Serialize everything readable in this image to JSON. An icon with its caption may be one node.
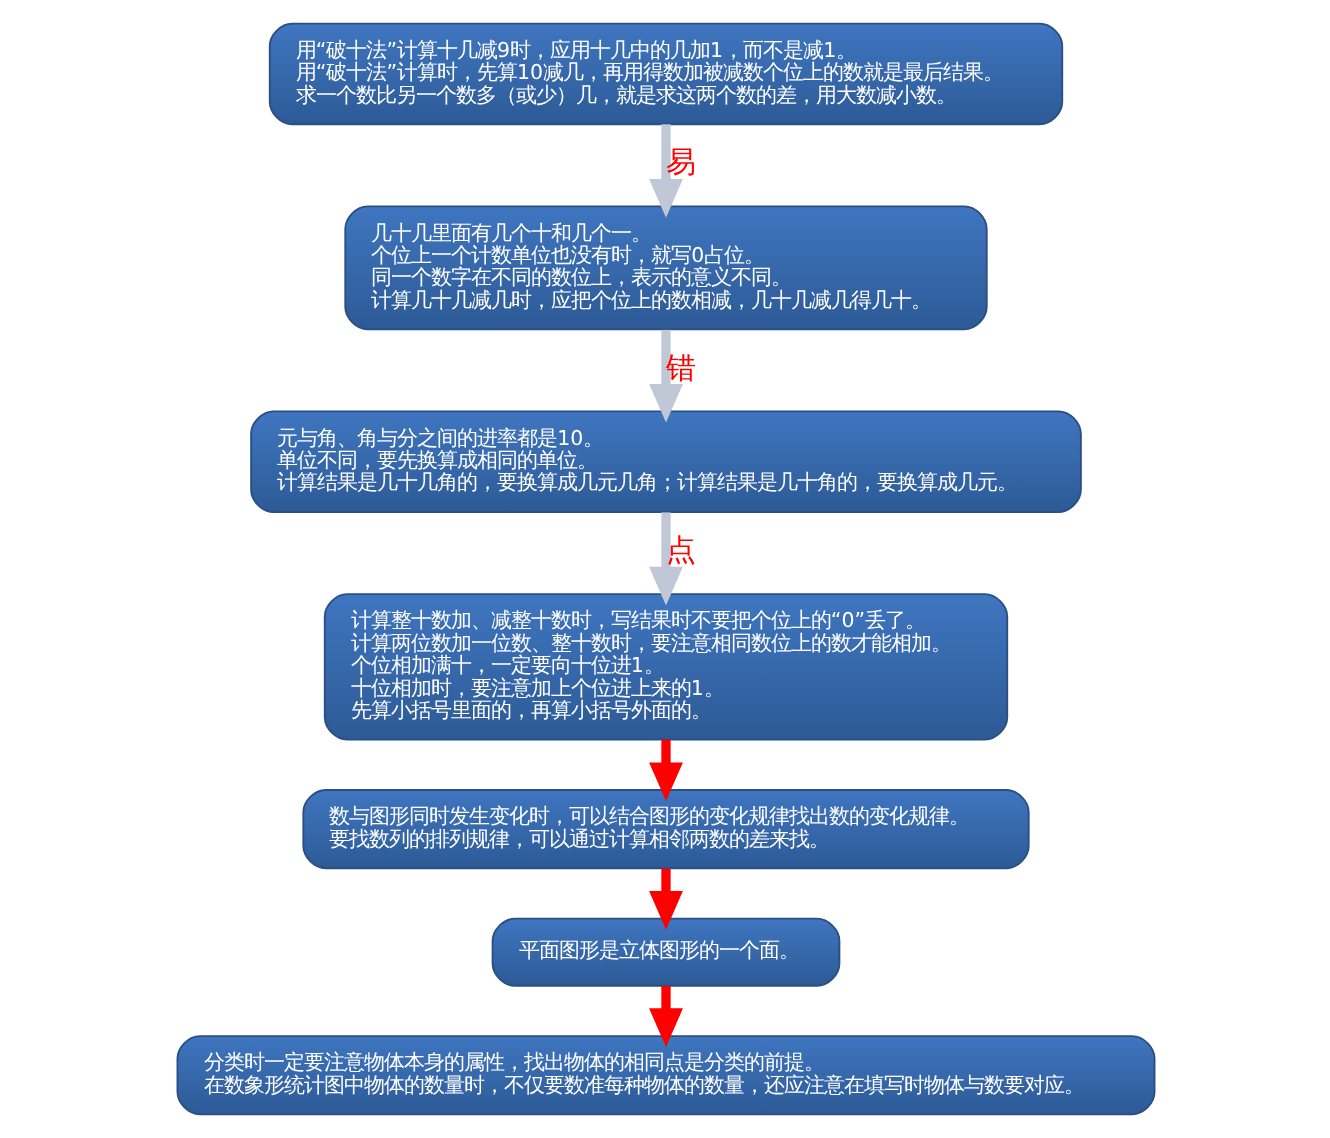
{
  "diagram": {
    "nodes": [
      {
        "text": [
          "用“破十法”计算十几减9时，应用十几中的几加1，而不是减1。",
          "用“破十法”计算时，先算10减几，再用得数加被减数个位上的数就是最后结果。",
          "求一个数比另一个数多（或少）几，就是求这两个数的差，用大数减小数。"
        ]
      },
      {
        "text": [
          "几十几里面有几个十和几个一。",
          "个位上一个计数单位也没有时，就写0占位。",
          "同一个数字在不同的数位上，表示的意义不同。",
          "计算几十几减几时，应把个位上的数相减，几十几减几得几十。"
        ]
      },
      {
        "text": [
          "元与角、角与分之间的进率都是10。",
          "单位不同，要先换算成相同的单位。",
          "计算结果是几十几角的，要换算成几元几角；计算结果是几十角的，要换算成几元。"
        ]
      },
      {
        "text": [
          "计算整十数加、减整十数时，写结果时不要把个位上的“0”丢了。",
          "计算两位数加一位数、整十数时，要注意相同数位上的数才能相加。",
          "个位相加满十，一定要向十位进1。",
          "十位相加时，要注意加上个位进上来的1。",
          "先算小括号里面的，再算小括号外面的。"
        ]
      },
      {
        "text": [
          "数与图形同时发生变化时，可以结合图形的变化规律找出数的变化规律。",
          "要找数列的排列规律，可以通过计算相邻两数的差来找。"
        ]
      },
      {
        "text": [
          "平面图形是立体图形的一个面。"
        ]
      },
      {
        "text": [
          "分类时一定要注意物体本身的属性，找出物体的相同点是分类的前提。",
          "在数象形统计图中物体的数量时，不仅要数准每种物体的数量，还应注意在填写时物体与数要对应。"
        ]
      }
    ],
    "edges": [
      {
        "from": 0,
        "to": 1,
        "arrow": "to",
        "label": "易"
      },
      {
        "from": 1,
        "to": 2,
        "arrow": "to",
        "label": "错"
      },
      {
        "from": 2,
        "to": 3,
        "arrow": "to",
        "label": "点"
      },
      {
        "from": 3,
        "to": 4,
        "arrow": "to",
        "color": "#ff0000"
      },
      {
        "from": 4,
        "to": 5,
        "arrow": "to",
        "color": "#ff0000"
      },
      {
        "from": 5,
        "to": 6,
        "arrow": "to",
        "color": "#ff0000"
      }
    ]
  }
}
